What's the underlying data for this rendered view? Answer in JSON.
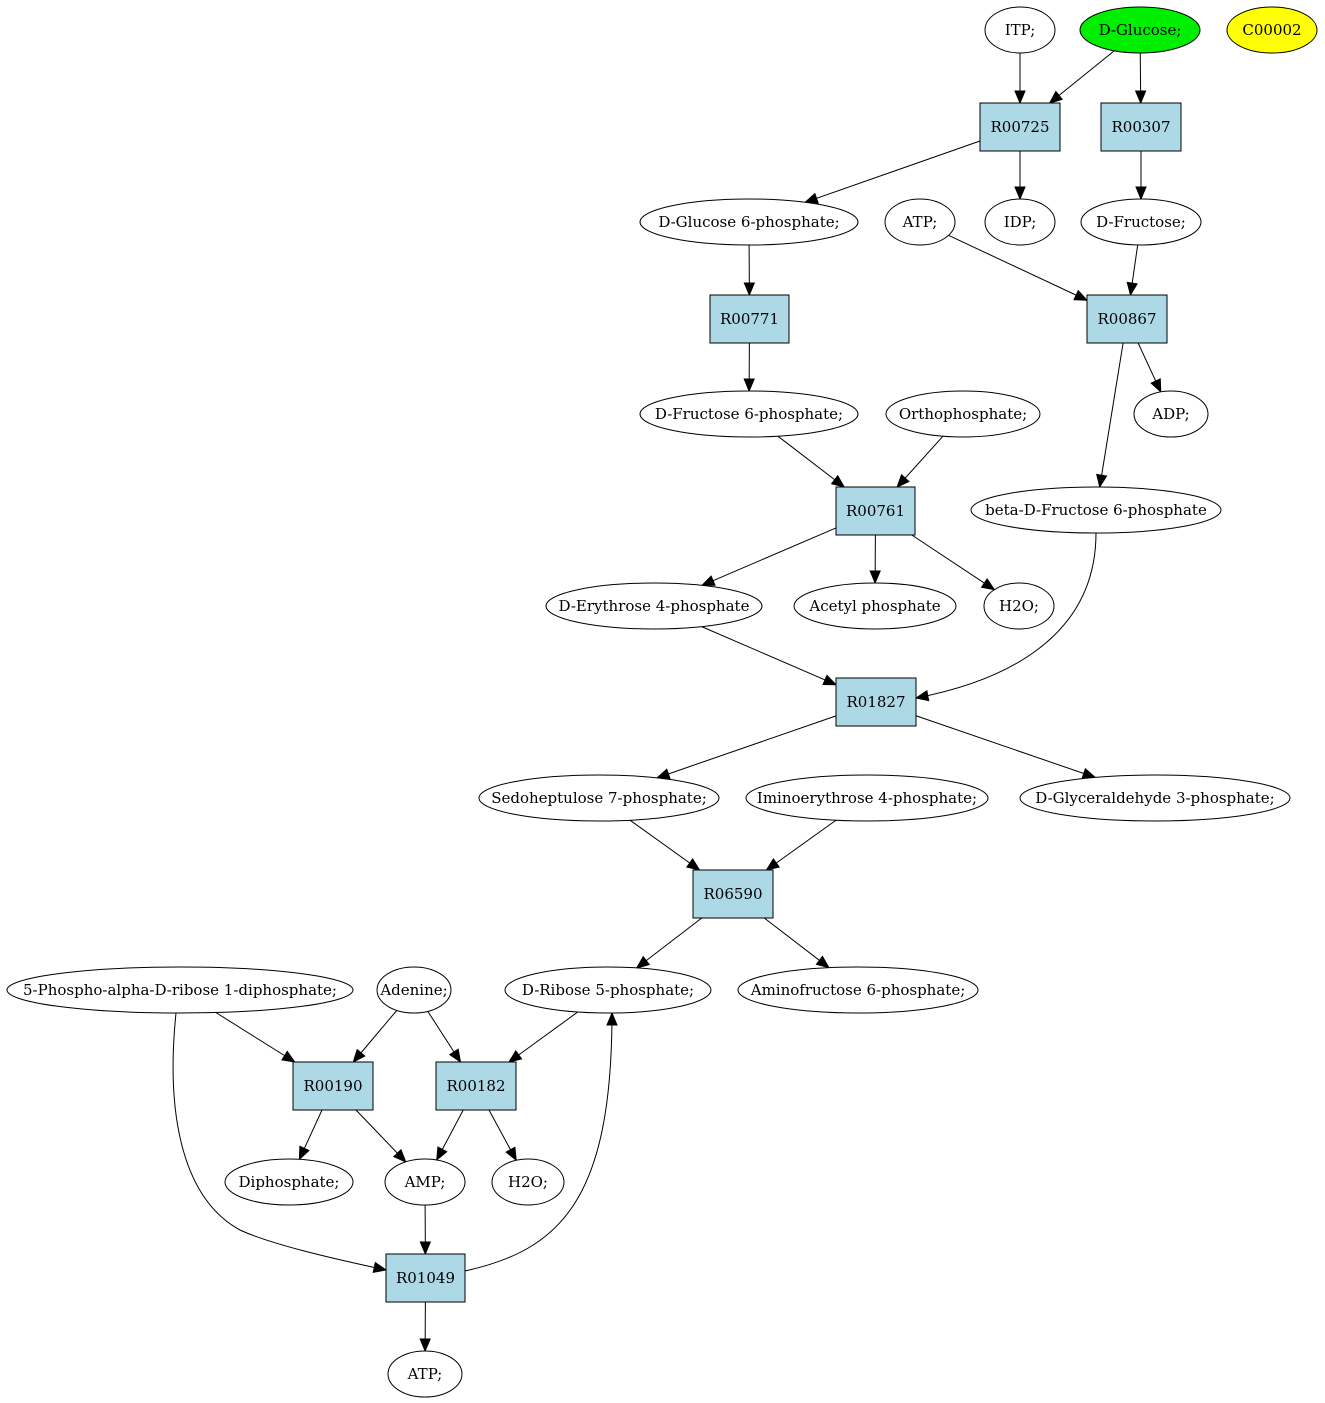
{
  "colors": {
    "reaction_fill": "#add8e6",
    "compound_fill": "#ffffff",
    "start_fill": "#00ee00",
    "highlight_fill": "#ffff00",
    "stroke": "#000000"
  },
  "nodes": {
    "itp": {
      "label": "ITP;",
      "kind": "compound"
    },
    "glucose": {
      "label": "D-Glucose;",
      "kind": "start"
    },
    "c00002": {
      "label": "C00002",
      "kind": "highlight"
    },
    "r00725": {
      "label": "R00725",
      "kind": "reaction"
    },
    "r00307": {
      "label": "R00307",
      "kind": "reaction"
    },
    "g6p": {
      "label": "D-Glucose 6-phosphate;",
      "kind": "compound"
    },
    "atp_top": {
      "label": "ATP;",
      "kind": "compound"
    },
    "idp": {
      "label": "IDP;",
      "kind": "compound"
    },
    "fructose": {
      "label": "D-Fructose;",
      "kind": "compound"
    },
    "r00771": {
      "label": "R00771",
      "kind": "reaction"
    },
    "r00867": {
      "label": "R00867",
      "kind": "reaction"
    },
    "f6p": {
      "label": "D-Fructose 6-phosphate;",
      "kind": "compound"
    },
    "ortho": {
      "label": "Orthophosphate;",
      "kind": "compound"
    },
    "adp": {
      "label": "ADP;",
      "kind": "compound"
    },
    "r00761": {
      "label": "R00761",
      "kind": "reaction"
    },
    "bf6p": {
      "label": "beta-D-Fructose 6-phosphate",
      "kind": "compound"
    },
    "e4p": {
      "label": "D-Erythrose 4-phosphate",
      "kind": "compound"
    },
    "acetylp": {
      "label": "Acetyl phosphate",
      "kind": "compound"
    },
    "h2o_a": {
      "label": "H2O;",
      "kind": "compound"
    },
    "r01827": {
      "label": "R01827",
      "kind": "reaction"
    },
    "s7p": {
      "label": "Sedoheptulose 7-phosphate;",
      "kind": "compound"
    },
    "ie4p": {
      "label": "Iminoerythrose 4-phosphate;",
      "kind": "compound"
    },
    "g3p": {
      "label": "D-Glyceraldehyde 3-phosphate;",
      "kind": "compound"
    },
    "r06590": {
      "label": "R06590",
      "kind": "reaction"
    },
    "prpp": {
      "label": "5-Phospho-alpha-D-ribose 1-diphosphate;",
      "kind": "compound"
    },
    "adenine": {
      "label": "Adenine;",
      "kind": "compound"
    },
    "r5p": {
      "label": "D-Ribose 5-phosphate;",
      "kind": "compound"
    },
    "af6p": {
      "label": "Aminofructose 6-phosphate;",
      "kind": "compound"
    },
    "r00190": {
      "label": "R00190",
      "kind": "reaction"
    },
    "r00182": {
      "label": "R00182",
      "kind": "reaction"
    },
    "diphosphate": {
      "label": "Diphosphate;",
      "kind": "compound"
    },
    "amp": {
      "label": "AMP;",
      "kind": "compound"
    },
    "h2o_b": {
      "label": "H2O;",
      "kind": "compound"
    },
    "r01049": {
      "label": "R01049",
      "kind": "reaction"
    },
    "atp_bottom": {
      "label": "ATP;",
      "kind": "compound"
    }
  },
  "edges": [
    {
      "from": "itp",
      "to": "r00725"
    },
    {
      "from": "glucose",
      "to": "r00725"
    },
    {
      "from": "glucose",
      "to": "r00307"
    },
    {
      "from": "r00725",
      "to": "g6p"
    },
    {
      "from": "r00725",
      "to": "idp"
    },
    {
      "from": "r00307",
      "to": "fructose"
    },
    {
      "from": "g6p",
      "to": "r00771"
    },
    {
      "from": "atp_top",
      "to": "r00867"
    },
    {
      "from": "fructose",
      "to": "r00867"
    },
    {
      "from": "r00771",
      "to": "f6p"
    },
    {
      "from": "r00867",
      "to": "adp"
    },
    {
      "from": "r00867",
      "to": "bf6p"
    },
    {
      "from": "f6p",
      "to": "r00761"
    },
    {
      "from": "ortho",
      "to": "r00761"
    },
    {
      "from": "r00761",
      "to": "e4p"
    },
    {
      "from": "r00761",
      "to": "acetylp"
    },
    {
      "from": "r00761",
      "to": "h2o_a"
    },
    {
      "from": "e4p",
      "to": "r01827"
    },
    {
      "from": "bf6p",
      "to": "r01827"
    },
    {
      "from": "r01827",
      "to": "s7p"
    },
    {
      "from": "r01827",
      "to": "g3p"
    },
    {
      "from": "s7p",
      "to": "r06590"
    },
    {
      "from": "ie4p",
      "to": "r06590"
    },
    {
      "from": "r06590",
      "to": "r5p"
    },
    {
      "from": "r06590",
      "to": "af6p"
    },
    {
      "from": "prpp",
      "to": "r00190"
    },
    {
      "from": "adenine",
      "to": "r00190"
    },
    {
      "from": "adenine",
      "to": "r00182"
    },
    {
      "from": "r5p",
      "to": "r00182"
    },
    {
      "from": "r00190",
      "to": "diphosphate"
    },
    {
      "from": "r00190",
      "to": "amp"
    },
    {
      "from": "r00182",
      "to": "amp"
    },
    {
      "from": "r00182",
      "to": "h2o_b"
    },
    {
      "from": "amp",
      "to": "r01049"
    },
    {
      "from": "prpp",
      "to": "r01049"
    },
    {
      "from": "r01049",
      "to": "r5p"
    },
    {
      "from": "r01049",
      "to": "atp_bottom"
    }
  ]
}
